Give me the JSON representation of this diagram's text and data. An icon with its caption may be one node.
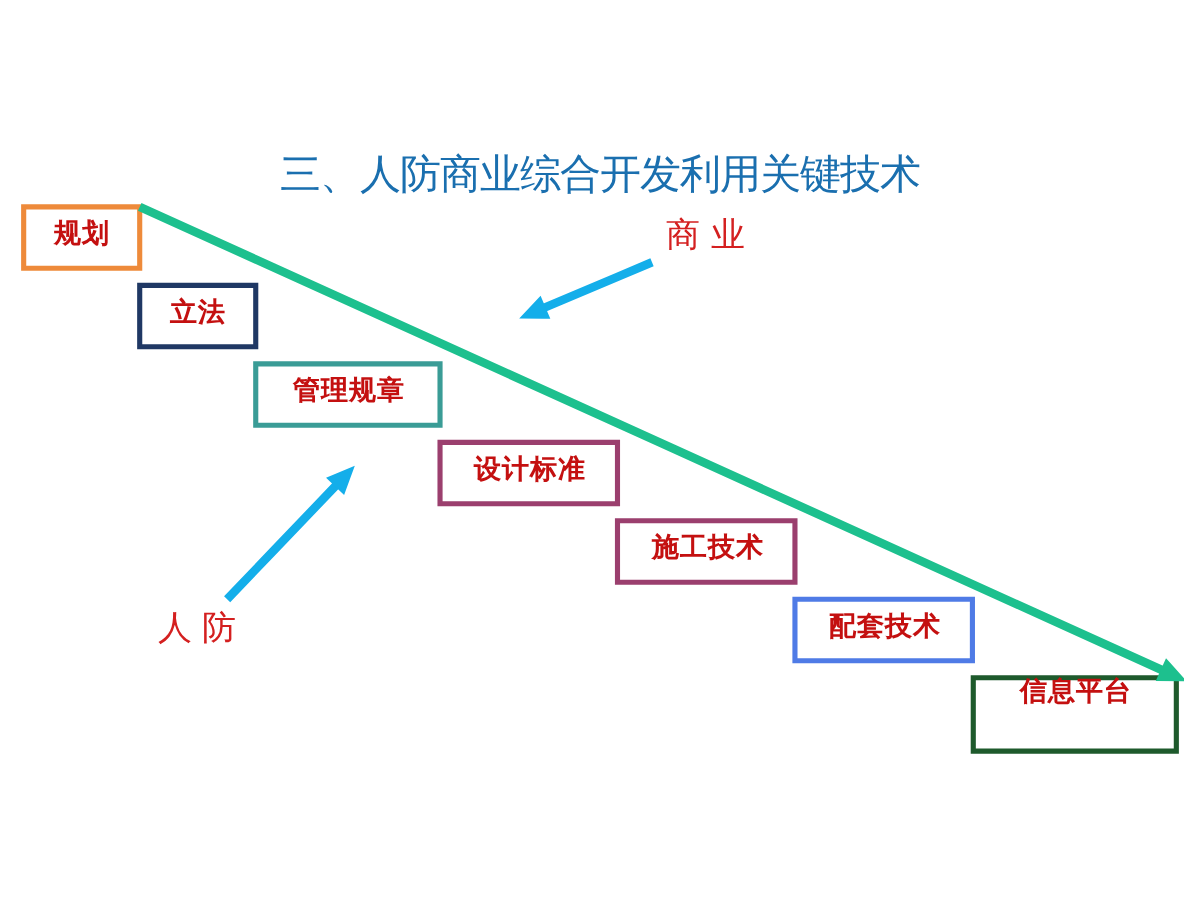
{
  "diagram": {
    "title": "三、人防商业综合开发利用关键技术",
    "nodes": [
      {
        "text": [
          "规划"
        ]
      },
      {
        "text": [
          "立法"
        ]
      },
      {
        "text": [
          "管理规章"
        ]
      },
      {
        "text": [
          "设计标准"
        ]
      },
      {
        "text": [
          "施工技术"
        ]
      },
      {
        "text": [
          "配套技术"
        ]
      },
      {
        "text": [
          "信息平台"
        ]
      },
      {
        "text": [
          "商 业"
        ]
      },
      {
        "text": [
          "人 防"
        ]
      }
    ],
    "edges": [
      {
        "from": 0,
        "to": 6,
        "arrow": "to",
        "color": "#1dc08e"
      },
      {
        "from": 7,
        "to": null,
        "arrow": "to",
        "color": "#14aeea"
      },
      {
        "from": 8,
        "to": null,
        "arrow": "to",
        "color": "#14aeea"
      }
    ]
  }
}
